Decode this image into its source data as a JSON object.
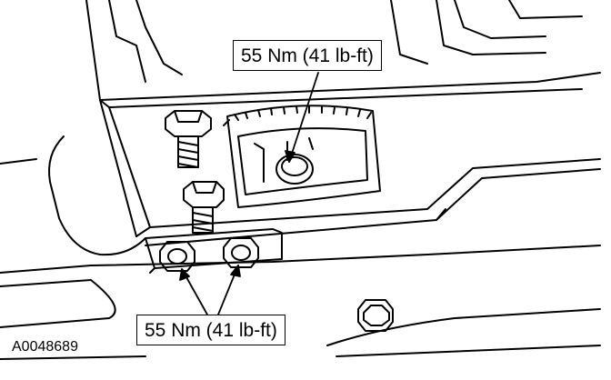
{
  "callouts": {
    "top_torque": "55 Nm (41 lb-ft)",
    "bottom_torque": "55 Nm (41 lb-ft)"
  },
  "figure_id": "A0048689",
  "colors": {
    "line": "#000000",
    "background": "#ffffff"
  }
}
